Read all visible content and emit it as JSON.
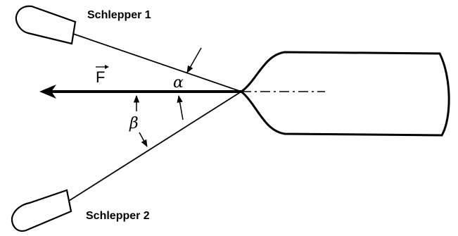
{
  "labels": {
    "tug_1": "Schlepper 1",
    "tug_2": "Schlepper 2",
    "force": "F",
    "angle_alpha": "α",
    "angle_beta": "β"
  },
  "colors": {
    "stroke": "#000000",
    "background": "#ffffff"
  }
}
